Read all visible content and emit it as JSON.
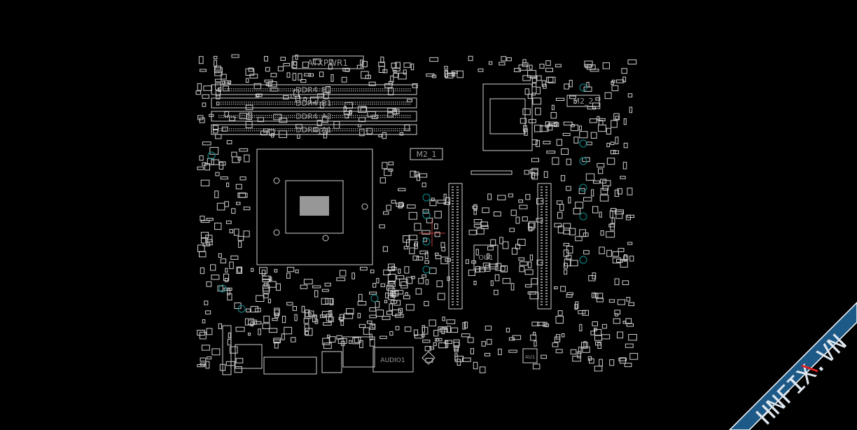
{
  "board": {
    "labels": {
      "atx_power": "ATXPWR1",
      "dimm_b2": "DDR4_B2",
      "dimm_b1": "DDR4_B1",
      "dimm_a2": "DDR4_A2",
      "dimm_a1": "DDR4_A1",
      "m2_1": "M2_1",
      "m2_2": "M2_2",
      "ou1": "OU1",
      "au1": "AU1",
      "audio": "AUDIO1"
    }
  },
  "watermark": {
    "text": "HNFIX.VN",
    "band_color": "#1e5a87",
    "accent_color": "#e02020"
  },
  "colors": {
    "background": "#000000",
    "parts": "#cfcfcf",
    "test_points": "#0f8f8f",
    "cursor": "#c04040"
  }
}
